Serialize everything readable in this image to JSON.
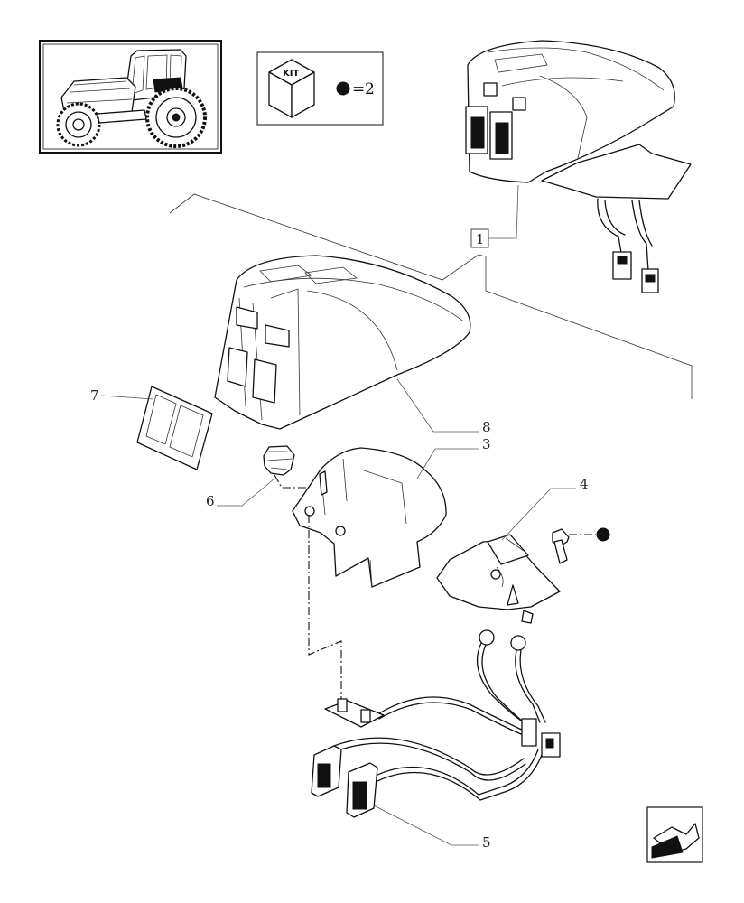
{
  "kit_legend": {
    "kit_label": "KIT",
    "equals": "=",
    "quantity": "2"
  },
  "callouts": {
    "item_1": "1",
    "item_3": "3",
    "item_4": "4",
    "item_5": "5",
    "item_6": "6",
    "item_7": "7",
    "item_8": "8"
  },
  "icons": [
    "tractor-thumbnail",
    "kit-box-icon",
    "kit-dot-icon",
    "navigation-arrow-icon"
  ]
}
